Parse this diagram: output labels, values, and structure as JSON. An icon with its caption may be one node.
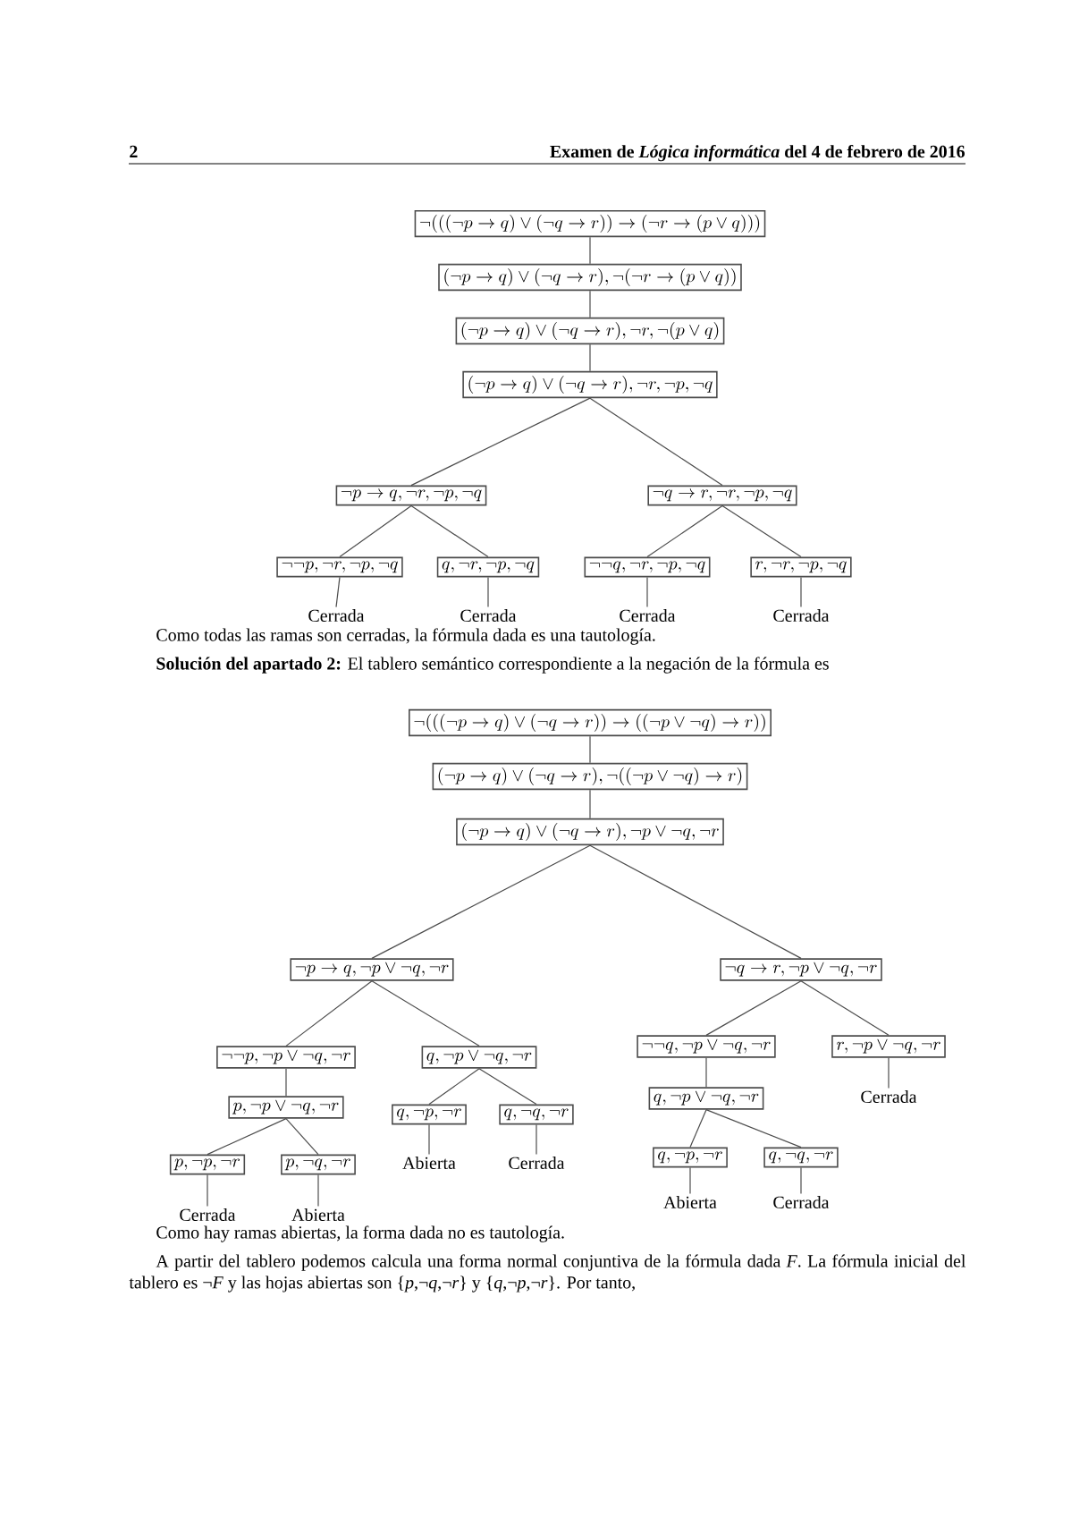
{
  "diagram": {
    "nodes": [
      {
        "text": [
          "\\neg(((\\neg p\\to q)\\lor(\\neg q\\to r))\\to(\\neg r\\to(p\\lor q)))"
        ]
      },
      {
        "text": [
          "(\\neg p\\to q)\\lor(\\neg q\\to r),\\neg(\\neg r\\to(p\\lor q))"
        ]
      },
      {
        "text": [
          "(\\neg p\\to q)\\lor(\\neg q\\to r),\\neg r,\\neg(p\\lor q)"
        ]
      },
      {
        "text": [
          "(\\neg p\\to q)\\lor(\\neg q\\to r),\\neg r,\\neg p,\\neg q"
        ]
      },
      {
        "text": [
          "\\neg p\\to q,\\neg r,\\neg p,\\neg q"
        ]
      },
      {
        "text": [
          "\\neg q\\to r,\\neg r,\\neg p,\\neg q"
        ]
      },
      {
        "text": [
          "\\neg\\neg p,\\neg r,\\neg p,\\neg q"
        ]
      },
      {
        "text": [
          "q,\\neg r,\\neg p,\\neg q"
        ]
      },
      {
        "text": [
          "\\neg\\neg q,\\neg r,\\neg p,\\neg q"
        ]
      },
      {
        "text": [
          "r,\\neg r,\\neg p,\\neg q"
        ]
      },
      {
        "text": [
          "Cerrada"
        ]
      },
      {
        "text": [
          "Cerrada"
        ]
      },
      {
        "text": [
          "Cerrada"
        ]
      },
      {
        "text": [
          "Cerrada"
        ]
      },
      {
        "text": [
          "\\neg(((\\neg p\\to q)\\lor(\\neg q\\to r))\\to((\\neg p\\lor\\neg q)\\to r))"
        ]
      },
      {
        "text": [
          "(\\neg p\\to q)\\lor(\\neg q\\to r),\\neg((\\neg p\\lor\\neg q)\\to r)"
        ]
      },
      {
        "text": [
          "(\\neg p\\to q)\\lor(\\neg q\\to r),\\neg p\\lor\\neg q,\\neg r"
        ]
      },
      {
        "text": [
          "\\neg p\\to q,\\neg p\\lor\\neg q,\\neg r"
        ]
      },
      {
        "text": [
          "\\neg q\\to r,\\neg p\\lor\\neg q,\\neg r"
        ]
      },
      {
        "text": [
          "\\neg\\neg p,\\neg p\\lor\\neg q,\\neg r"
        ]
      },
      {
        "text": [
          "q,\\neg p\\lor\\neg q,\\neg r"
        ]
      },
      {
        "text": [
          "p,\\neg p\\lor\\neg q,\\neg r"
        ]
      },
      {
        "text": [
          "q,\\neg p,\\neg r"
        ]
      },
      {
        "text": [
          "q,\\neg q,\\neg r"
        ]
      },
      {
        "text": [
          "\\neg\\neg q,\\neg p\\lor\\neg q,\\neg r"
        ]
      },
      {
        "text": [
          "r,\\neg p\\lor\\neg q,\\neg r"
        ]
      },
      {
        "text": [
          "q,\\neg p\\lor\\neg q,\\neg r"
        ]
      },
      {
        "text": [
          "p,\\neg p,\\neg r"
        ]
      },
      {
        "text": [
          "p,\\neg q,\\neg r"
        ]
      },
      {
        "text": [
          "Abierta"
        ]
      },
      {
        "text": [
          "Cerrada"
        ]
      },
      {
        "text": [
          "Cerrada"
        ]
      },
      {
        "text": [
          "q,\\neg p,\\neg r"
        ]
      },
      {
        "text": [
          "q,\\neg q,\\neg r"
        ]
      },
      {
        "text": [
          "Cerrada"
        ]
      },
      {
        "text": [
          "Abierta"
        ]
      },
      {
        "text": [
          "Abierta"
        ]
      },
      {
        "text": [
          "Cerrada"
        ]
      }
    ],
    "edges": [
      {
        "from": 0,
        "to": 1,
        "arrow": "none"
      },
      {
        "from": 1,
        "to": 2,
        "arrow": "none"
      },
      {
        "from": 2,
        "to": 3,
        "arrow": "none"
      },
      {
        "from": 3,
        "to": 4,
        "arrow": "none"
      },
      {
        "from": 3,
        "to": 5,
        "arrow": "none"
      },
      {
        "from": 4,
        "to": 6,
        "arrow": "none"
      },
      {
        "from": 4,
        "to": 7,
        "arrow": "none"
      },
      {
        "from": 5,
        "to": 8,
        "arrow": "none"
      },
      {
        "from": 5,
        "to": 9,
        "arrow": "none"
      },
      {
        "from": 6,
        "to": 10,
        "arrow": "none"
      },
      {
        "from": 7,
        "to": 11,
        "arrow": "none"
      },
      {
        "from": 8,
        "to": 12,
        "arrow": "none"
      },
      {
        "from": 9,
        "to": 13,
        "arrow": "none"
      },
      {
        "from": 14,
        "to": 15,
        "arrow": "none"
      },
      {
        "from": 15,
        "to": 16,
        "arrow": "none"
      },
      {
        "from": 16,
        "to": 17,
        "arrow": "none"
      },
      {
        "from": 16,
        "to": 18,
        "arrow": "none"
      },
      {
        "from": 17,
        "to": 19,
        "arrow": "none"
      },
      {
        "from": 17,
        "to": 20,
        "arrow": "none"
      },
      {
        "from": 19,
        "to": 21,
        "arrow": "none"
      },
      {
        "from": 20,
        "to": 22,
        "arrow": "none"
      },
      {
        "from": 20,
        "to": 23,
        "arrow": "none"
      },
      {
        "from": 18,
        "to": 24,
        "arrow": "none"
      },
      {
        "from": 18,
        "to": 25,
        "arrow": "none"
      },
      {
        "from": 24,
        "to": 26,
        "arrow": "none"
      },
      {
        "from": 21,
        "to": 27,
        "arrow": "none"
      },
      {
        "from": 21,
        "to": 28,
        "arrow": "none"
      },
      {
        "from": 22,
        "to": 29,
        "arrow": "none"
      },
      {
        "from": 23,
        "to": 30,
        "arrow": "none"
      },
      {
        "from": 25,
        "to": 31,
        "arrow": "none"
      },
      {
        "from": 26,
        "to": 32,
        "arrow": "none"
      },
      {
        "from": 26,
        "to": 33,
        "arrow": "none"
      },
      {
        "from": 27,
        "to": 34,
        "arrow": "none"
      },
      {
        "from": 28,
        "to": 35,
        "arrow": "none"
      },
      {
        "from": 32,
        "to": 36,
        "arrow": "none"
      },
      {
        "from": 33,
        "to": 37,
        "arrow": "none"
      }
    ],
    "labels": [
      "2",
      "Examen de *Lógica informática* del 4 de febrero de 2016",
      "Como todas las ramas son cerradas, la fórmula dada es una tautología.",
      "**Solución del apartado 2:** El tablero semántico correspondiente a la negación de la fórmula es",
      "Como hay ramas abiertas, la forma dada no es tautología.",
      "A partir del tablero podemos calcula una forma normal conjuntiva de la fórmula dada *F*. La fórmula inicial del tablero es ¬*F* y las hojas abiertas son {*p*,¬*q*,¬*r*} y {*q*,¬*p*,¬*r*}. Por tanto,"
    ]
  }
}
